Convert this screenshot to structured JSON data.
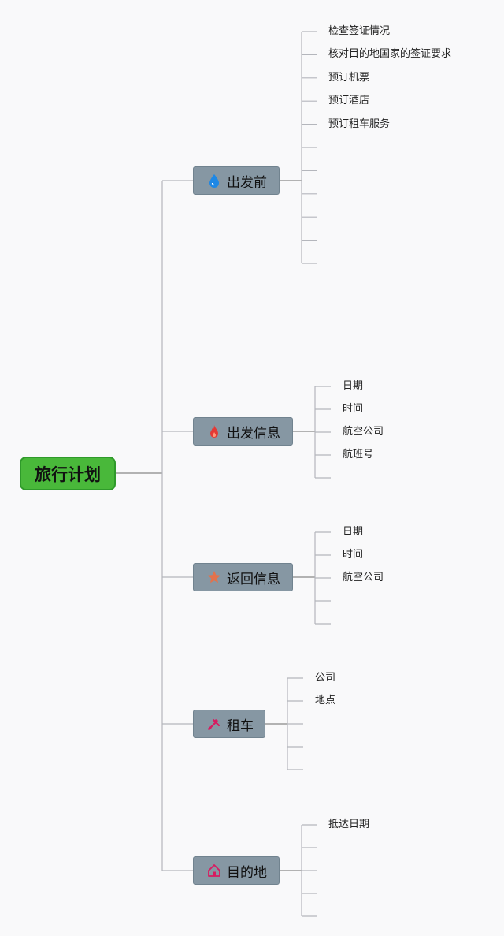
{
  "root": {
    "label": "旅行计划"
  },
  "branches": [
    {
      "label": "出发前",
      "icon": "water-drop-icon",
      "icon_color": "#1e88e5",
      "leaves": [
        "检查签证情况",
        "核对目的地国家的签证要求",
        "预订机票",
        "预订酒店",
        "预订租车服务",
        "",
        "",
        "",
        "",
        "",
        ""
      ]
    },
    {
      "label": "出发信息",
      "icon": "flame-icon",
      "icon_color": "#e53935",
      "leaves": [
        "日期",
        "时间",
        "航空公司",
        "航班号",
        ""
      ]
    },
    {
      "label": "返回信息",
      "icon": "star-icon",
      "icon_color": "#e3724b",
      "leaves": [
        "日期",
        "时间",
        "航空公司",
        "",
        ""
      ]
    },
    {
      "label": "租车",
      "icon": "tools-icon",
      "icon_color": "#d81b60",
      "leaves": [
        "公司",
        "地点",
        "",
        "",
        ""
      ]
    },
    {
      "label": "目的地",
      "icon": "home-icon",
      "icon_color": "#d81b60",
      "leaves": [
        "抵达日期",
        "",
        "",
        "",
        ""
      ]
    }
  ],
  "colors": {
    "root_fill": "#49b83a",
    "branch_fill": "#8697a3",
    "line": "#b4b6bc"
  }
}
